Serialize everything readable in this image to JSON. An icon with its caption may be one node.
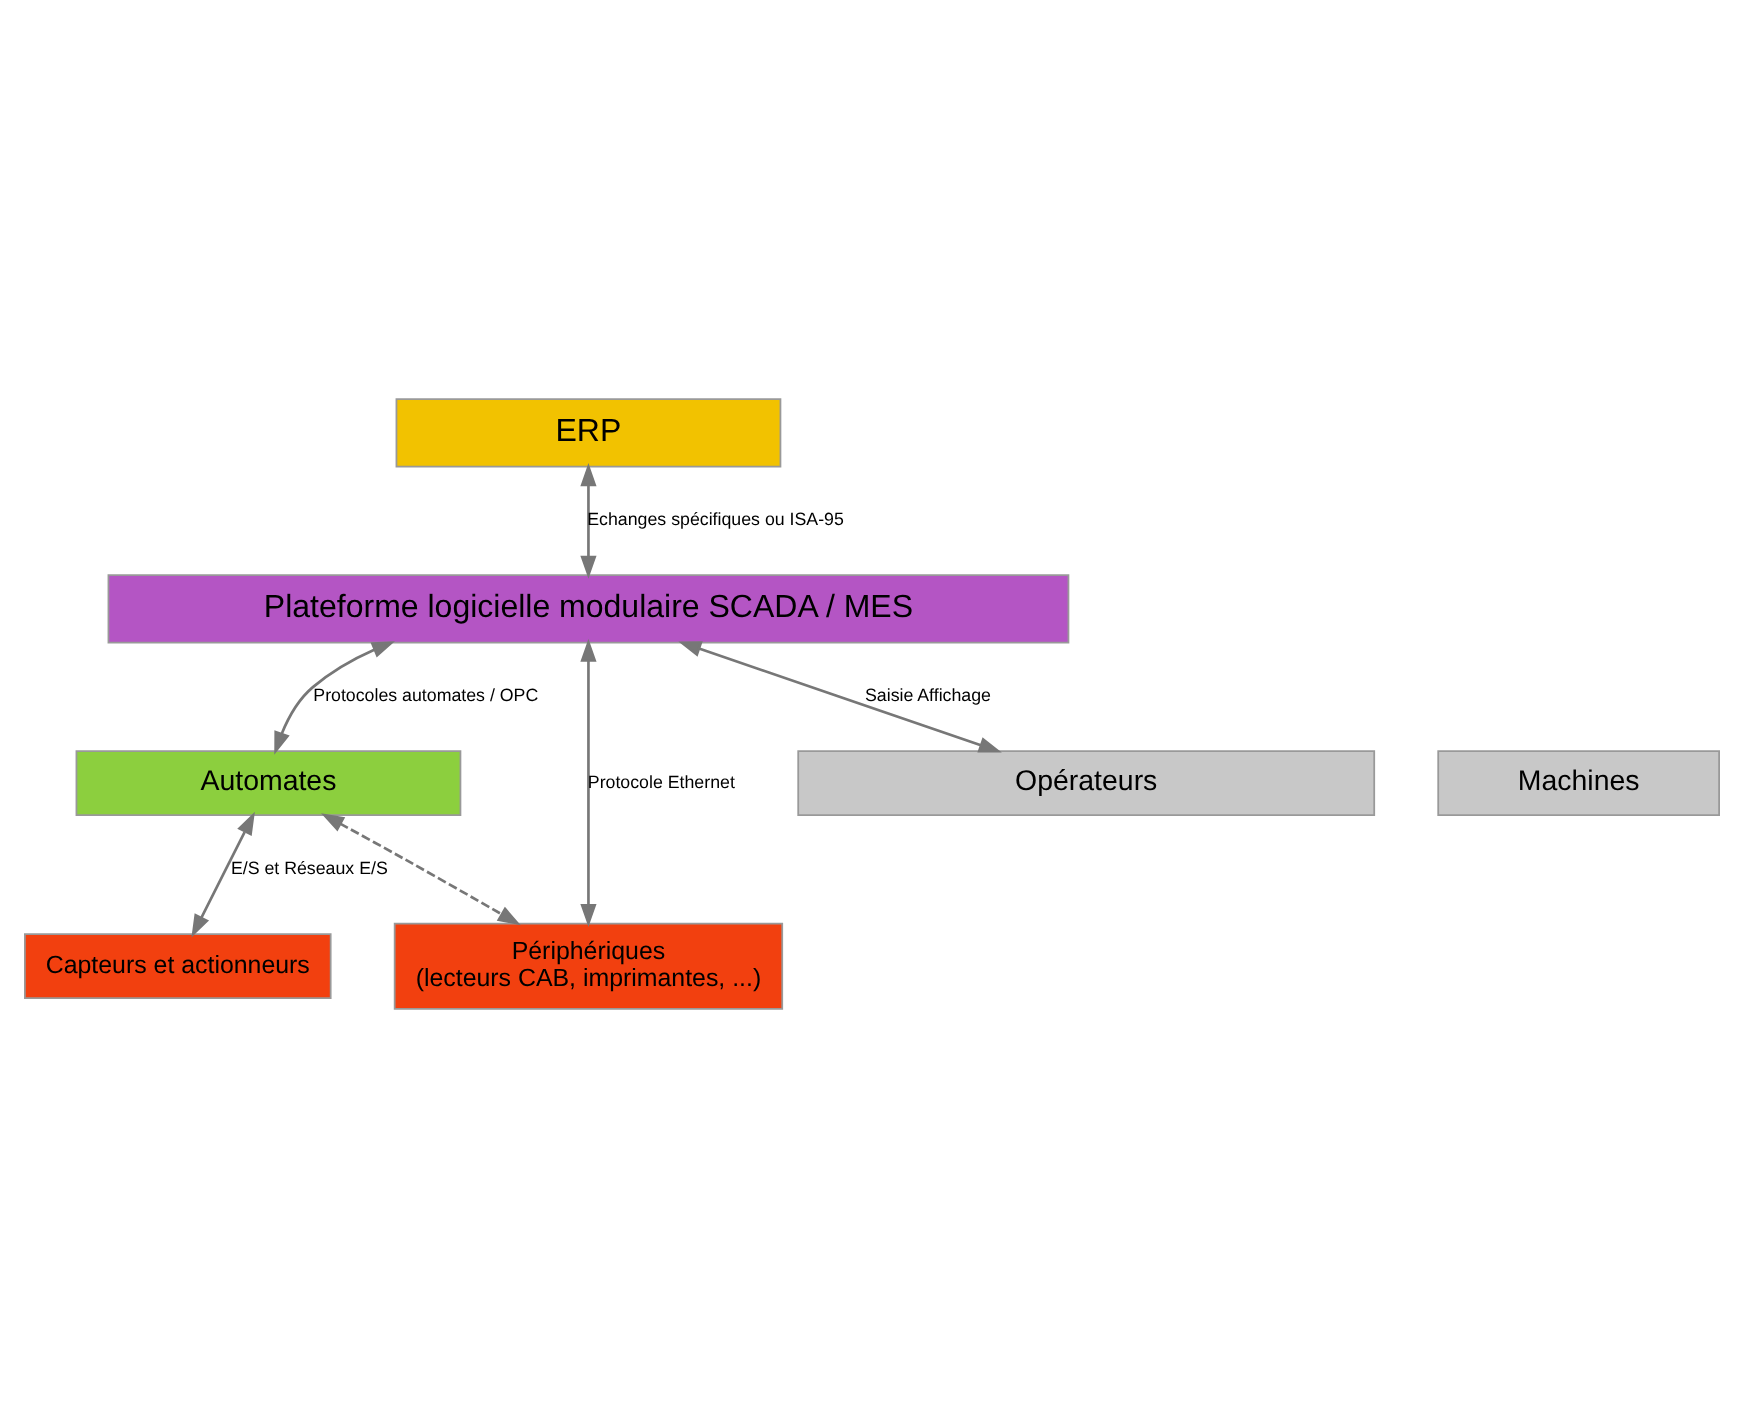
{
  "diagram": {
    "nodes": [
      {
        "text": [
          "ERP"
        ]
      },
      {
        "text": [
          "Plateforme logicielle modulaire SCADA / MES"
        ]
      },
      {
        "text": [
          "Automates"
        ]
      },
      {
        "text": [
          "Capteurs et actionneurs"
        ]
      },
      {
        "text": [
          "Périphériques",
          "(lecteurs CAB, imprimantes, ...)"
        ]
      },
      {
        "text": [
          "Machines"
        ]
      },
      {
        "text": [
          "Opérateurs"
        ]
      }
    ],
    "edges": [
      {
        "from": 0,
        "to": 1,
        "arrow": "both",
        "label": "Echanges spécifiques ou ISA-95"
      },
      {
        "from": 1,
        "to": 2,
        "arrow": "both",
        "label": "Protocoles automates / OPC"
      },
      {
        "from": 2,
        "to": 3,
        "arrow": "both",
        "label": "E/S et Réseaux E/S"
      },
      {
        "from": 2,
        "to": 4,
        "arrow": "both",
        "style": "dashed"
      },
      {
        "from": 1,
        "to": 4,
        "arrow": "both",
        "label": "Protocole Ethernet"
      },
      {
        "from": 1,
        "to": 6,
        "arrow": "both",
        "label": "Saisie Affichage"
      }
    ]
  }
}
